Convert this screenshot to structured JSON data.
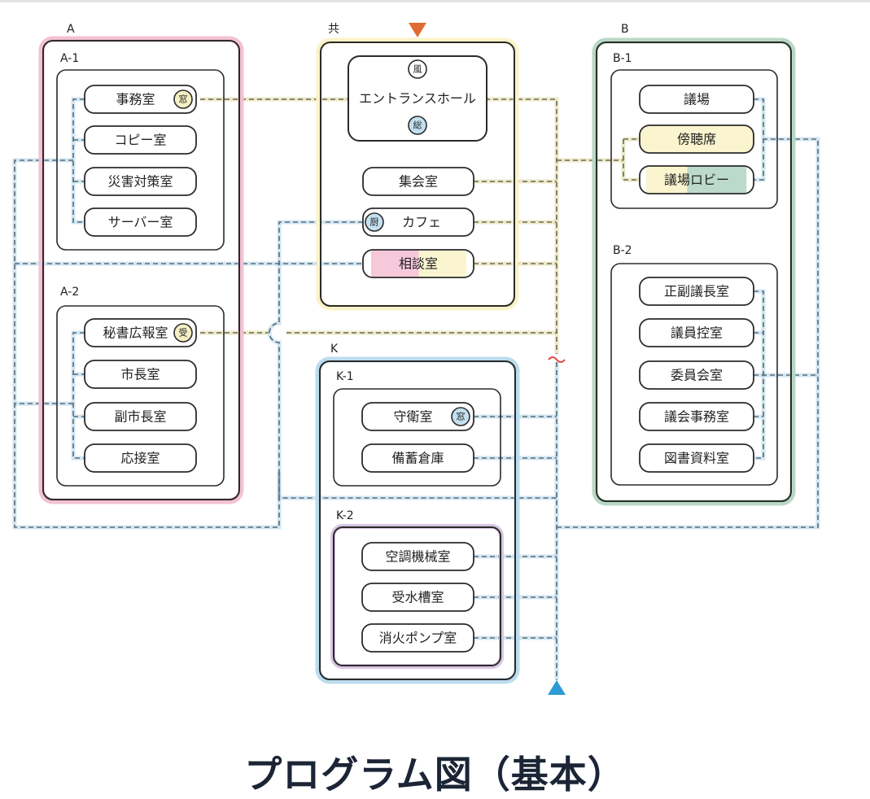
{
  "title": "プログラム図（基本）",
  "colors": {
    "zone_A": "#f3c1d3",
    "zone_common": "#fbf3c8",
    "zone_B": "#b8d8c6",
    "zone_K": "#bcdcee",
    "zone_K2": "#d8c6e2",
    "line_yellow": "#d8cf86",
    "line_blue": "#9cc8e2",
    "entry_arrow": "#e06a32",
    "exit_arrow": "#2f9ad4",
    "break_mark": "#e0423a",
    "badge_yellow": "#f6f0c4",
    "badge_blue": "#c3e0f0",
    "fill_pink": "#f5c8da",
    "fill_yellow": "#faf4cf",
    "fill_green": "#bcdacb"
  },
  "zones": {
    "A": {
      "label": "A",
      "groups": [
        {
          "label": "A-1",
          "rooms": [
            {
              "name": "事務室",
              "badge": "窓",
              "badge_color": "yellow"
            },
            {
              "name": "コピー室"
            },
            {
              "name": "災害対策室"
            },
            {
              "name": "サーバー室"
            }
          ]
        },
        {
          "label": "A-2",
          "rooms": [
            {
              "name": "秘書広報室",
              "badge": "受",
              "badge_color": "yellow"
            },
            {
              "name": "市長室"
            },
            {
              "name": "副市長室"
            },
            {
              "name": "応接室"
            }
          ]
        }
      ]
    },
    "common": {
      "label": "共",
      "rooms": [
        {
          "name": "エントランスホール",
          "badge_top": "風",
          "badge_bottom": "総"
        },
        {
          "name": "集会室"
        },
        {
          "name": "カフェ",
          "badge": "厨",
          "badge_color": "blue"
        },
        {
          "name": "相談室",
          "fill": "pink-yellow"
        }
      ]
    },
    "B": {
      "label": "B",
      "groups": [
        {
          "label": "B-1",
          "rooms": [
            {
              "name": "議場"
            },
            {
              "name": "傍聴席",
              "fill": "yellow"
            },
            {
              "name": "議場ロビー",
              "fill": "yellow-green"
            }
          ]
        },
        {
          "label": "B-2",
          "rooms": [
            {
              "name": "正副議長室"
            },
            {
              "name": "議員控室"
            },
            {
              "name": "委員会室"
            },
            {
              "name": "議会事務室"
            },
            {
              "name": "図書資料室"
            }
          ]
        }
      ]
    },
    "K": {
      "label": "K",
      "groups": [
        {
          "label": "K-1",
          "rooms": [
            {
              "name": "守衛室",
              "badge": "窓",
              "badge_color": "blue"
            },
            {
              "name": "備蓄倉庫"
            }
          ]
        },
        {
          "label": "K-2",
          "rooms": [
            {
              "name": "空調機械室"
            },
            {
              "name": "受水槽室"
            },
            {
              "name": "消火ポンプ室"
            }
          ]
        }
      ]
    }
  },
  "markers": {
    "entry": "entry-arrow-down",
    "exit": "exit-arrow-up",
    "break": "~"
  }
}
